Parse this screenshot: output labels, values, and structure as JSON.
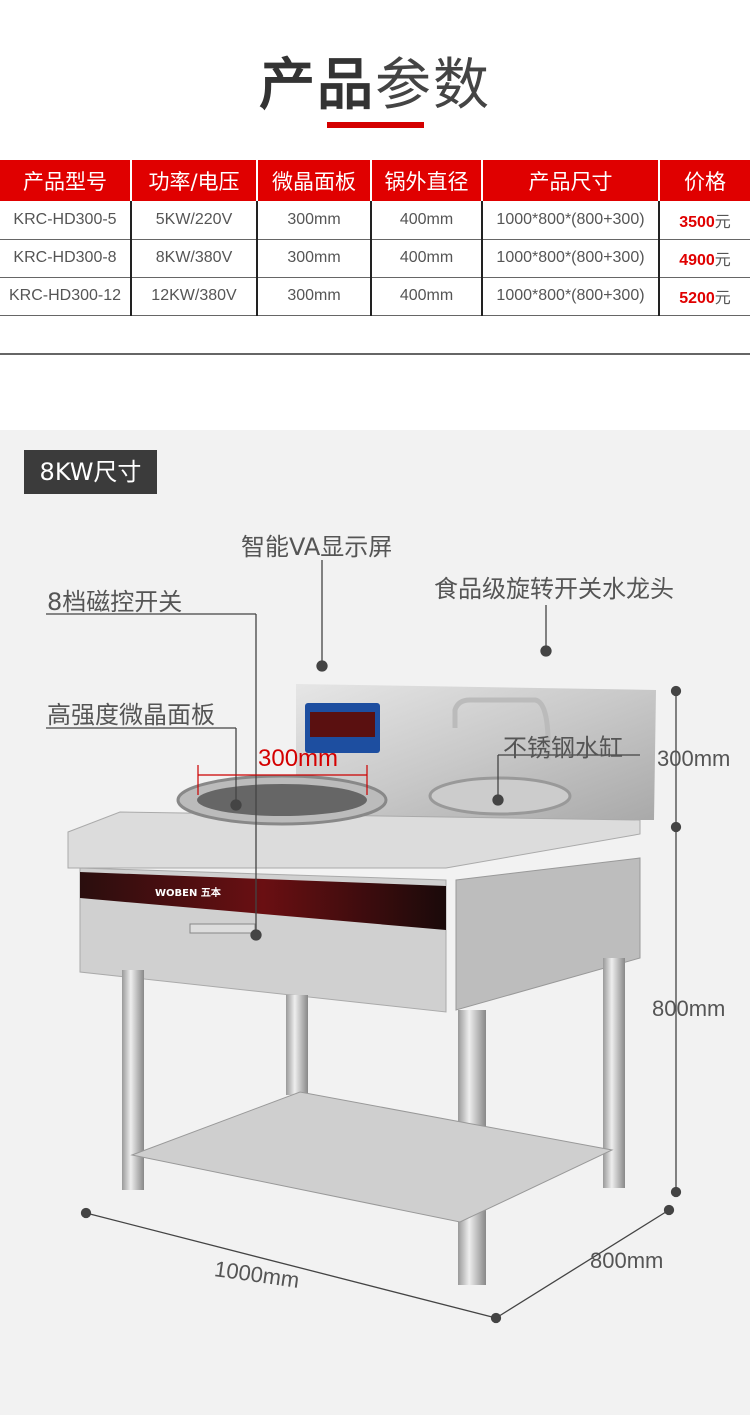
{
  "title": {
    "bold": "产品",
    "light": "参数"
  },
  "table": {
    "headers": [
      "产品型号",
      "功率/电压",
      "微晶面板",
      "锅外直径",
      "产品尺寸",
      "价格"
    ],
    "rows": [
      {
        "model": "KRC-HD300-5",
        "power": "5KW/220V",
        "panel": "300mm",
        "diameter": "400mm",
        "size": "1000*800*(800+300)",
        "price": "3500",
        "unit": "元"
      },
      {
        "model": "KRC-HD300-8",
        "power": "8KW/380V",
        "panel": "300mm",
        "diameter": "400mm",
        "size": "1000*800*(800+300)",
        "price": "4900",
        "unit": "元"
      },
      {
        "model": "KRC-HD300-12",
        "power": "12KW/380V",
        "panel": "300mm",
        "diameter": "400mm",
        "size": "1000*800*(800+300)",
        "price": "5200",
        "unit": "元"
      }
    ]
  },
  "diagram": {
    "tag": "8KW尺寸",
    "labels": {
      "display": "智能VA显示屏",
      "faucet": "食品级旋转开关水龙头",
      "switch": "8档磁控开关",
      "panel": "高强度微晶面板",
      "tank": "不锈钢水缸"
    },
    "dims": {
      "panel": "300mm",
      "backsplash": "300mm",
      "height": "800mm",
      "width": "1000mm",
      "depth": "800mm"
    },
    "brand": "WOBEN 五本"
  },
  "colors": {
    "accent": "#e00000",
    "dark": "#3b3b3b"
  }
}
